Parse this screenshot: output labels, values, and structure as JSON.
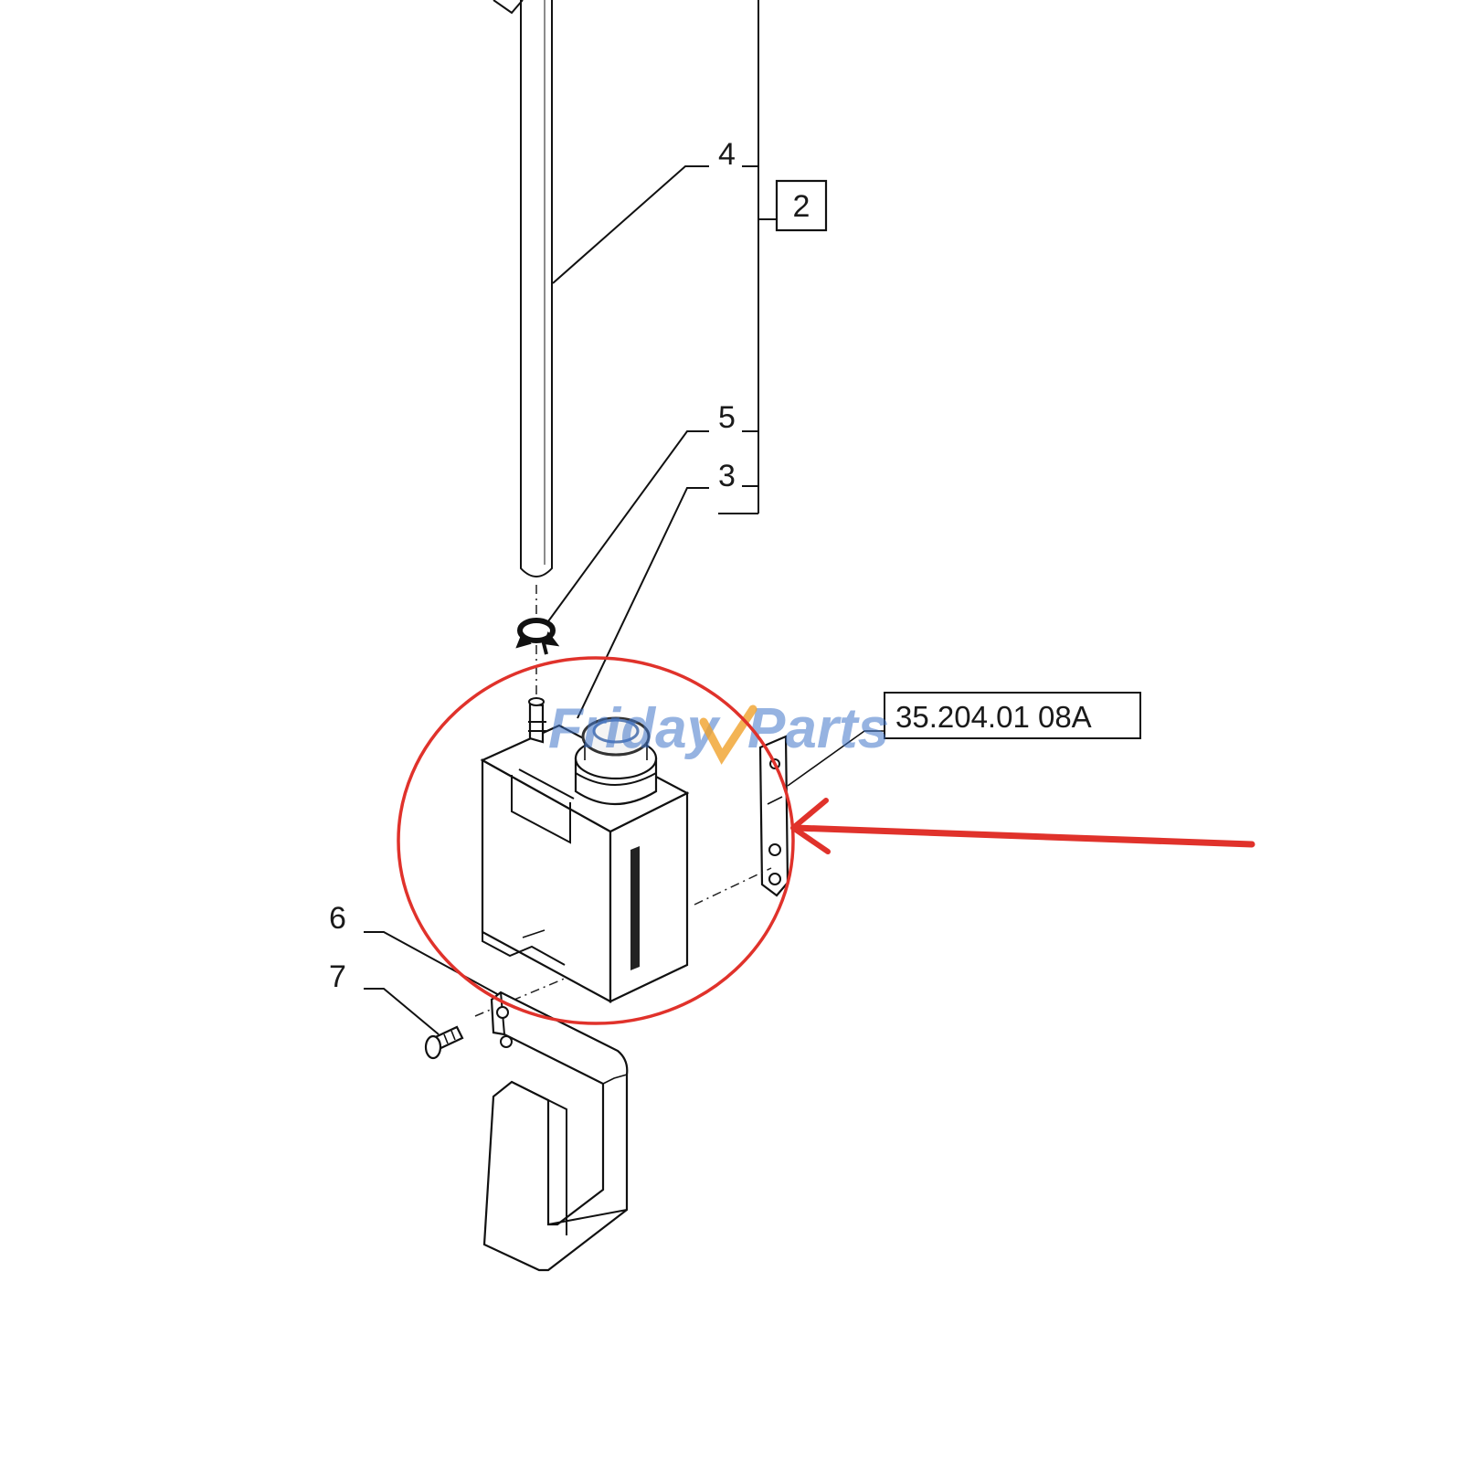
{
  "diagram": {
    "callouts": {
      "item_4": "4",
      "item_5": "5",
      "item_3": "3",
      "item_6": "6",
      "item_7": "7",
      "assembly_ref": "2"
    },
    "reference_code": "35.204.01 08A",
    "watermark": {
      "part1": "Friday",
      "part2": "Parts"
    },
    "highlight": {
      "circle_color": "#e0322b",
      "arrow_color": "#e0322b"
    }
  }
}
